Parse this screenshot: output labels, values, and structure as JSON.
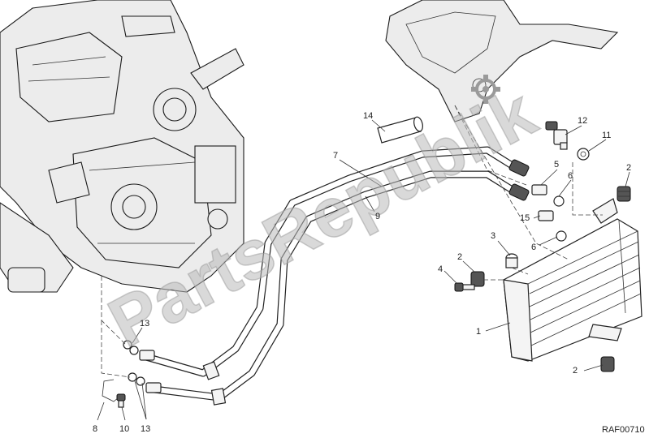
{
  "callouts": {
    "c1": "1",
    "c2a": "2",
    "c2b": "2",
    "c2c": "2",
    "c3": "3",
    "c4": "4",
    "c5": "5",
    "c6a": "6",
    "c6b": "6",
    "c7": "7",
    "c8": "8",
    "c9": "9",
    "c10": "10",
    "c11": "11",
    "c12": "12",
    "c13a": "13",
    "c13b": "13",
    "c14": "14",
    "c15": "15"
  },
  "drawing_code": "RAF00710",
  "watermark": "PartsRepublik"
}
